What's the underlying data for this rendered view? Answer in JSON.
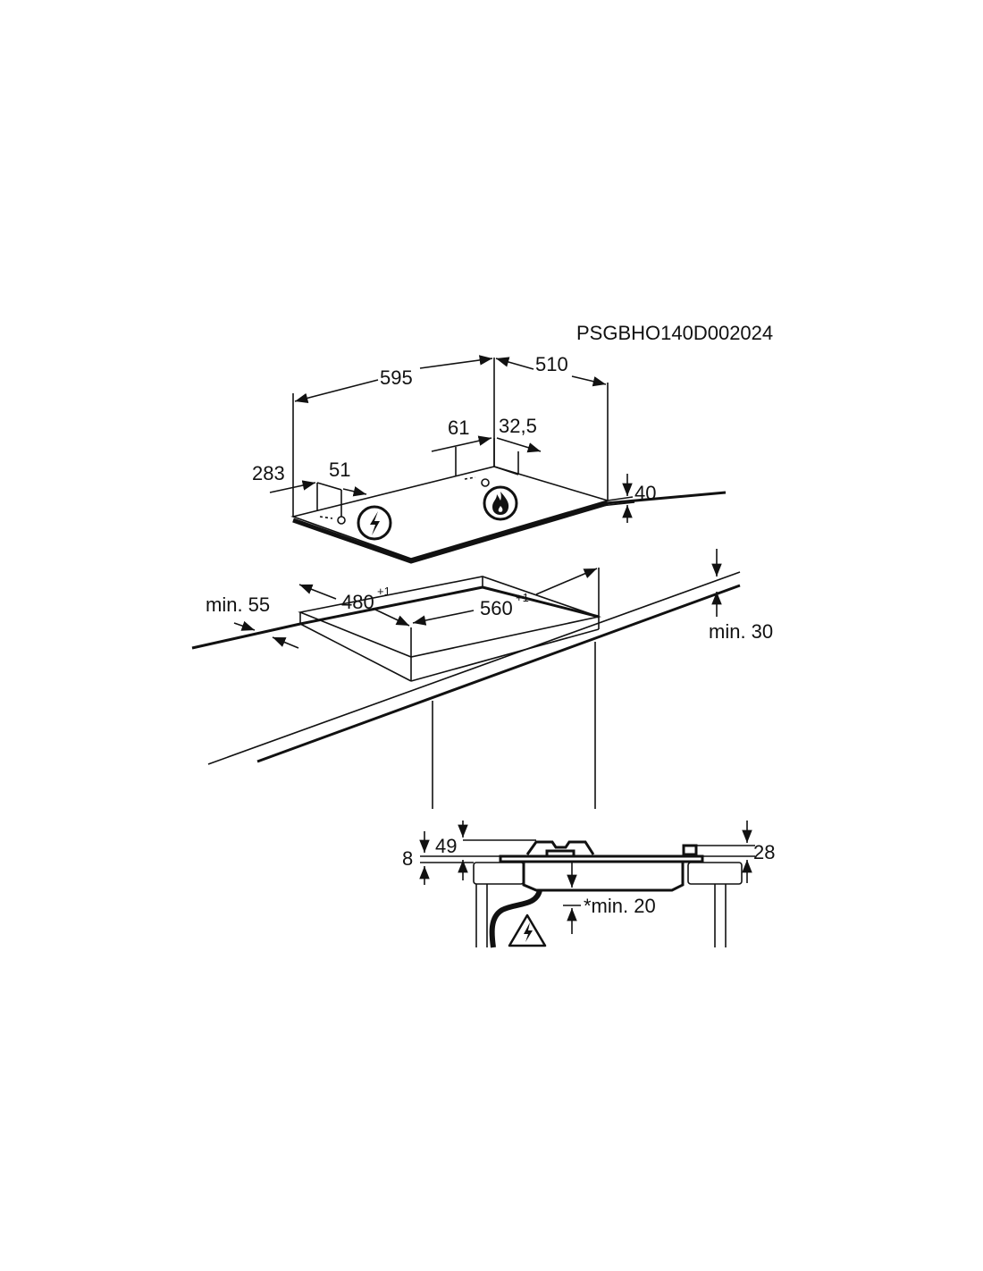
{
  "drawing_code": "PSGBHO140D002024",
  "dimensions": {
    "width_595": "595",
    "depth_510": "510",
    "gas_offset_61": "61",
    "gas_offset_32_5": "32,5",
    "elec_offset_283": "283",
    "elec_offset_51": "51",
    "height_40": "40",
    "cutout_depth_480": "480",
    "cutout_depth_480_tol": "+1",
    "cutout_width_560": "560",
    "cutout_width_560_tol": "+1",
    "front_clearance": "min. 55",
    "worktop_thickness": "min. 30",
    "side_8": "8",
    "side_49": "49",
    "side_28": "28",
    "below_clearance": "*min. 20"
  },
  "icons": {
    "electric_connection": "lightning-circle-icon",
    "gas_connection": "flame-circle-icon",
    "warning": "electric-warning-triangle-icon"
  }
}
